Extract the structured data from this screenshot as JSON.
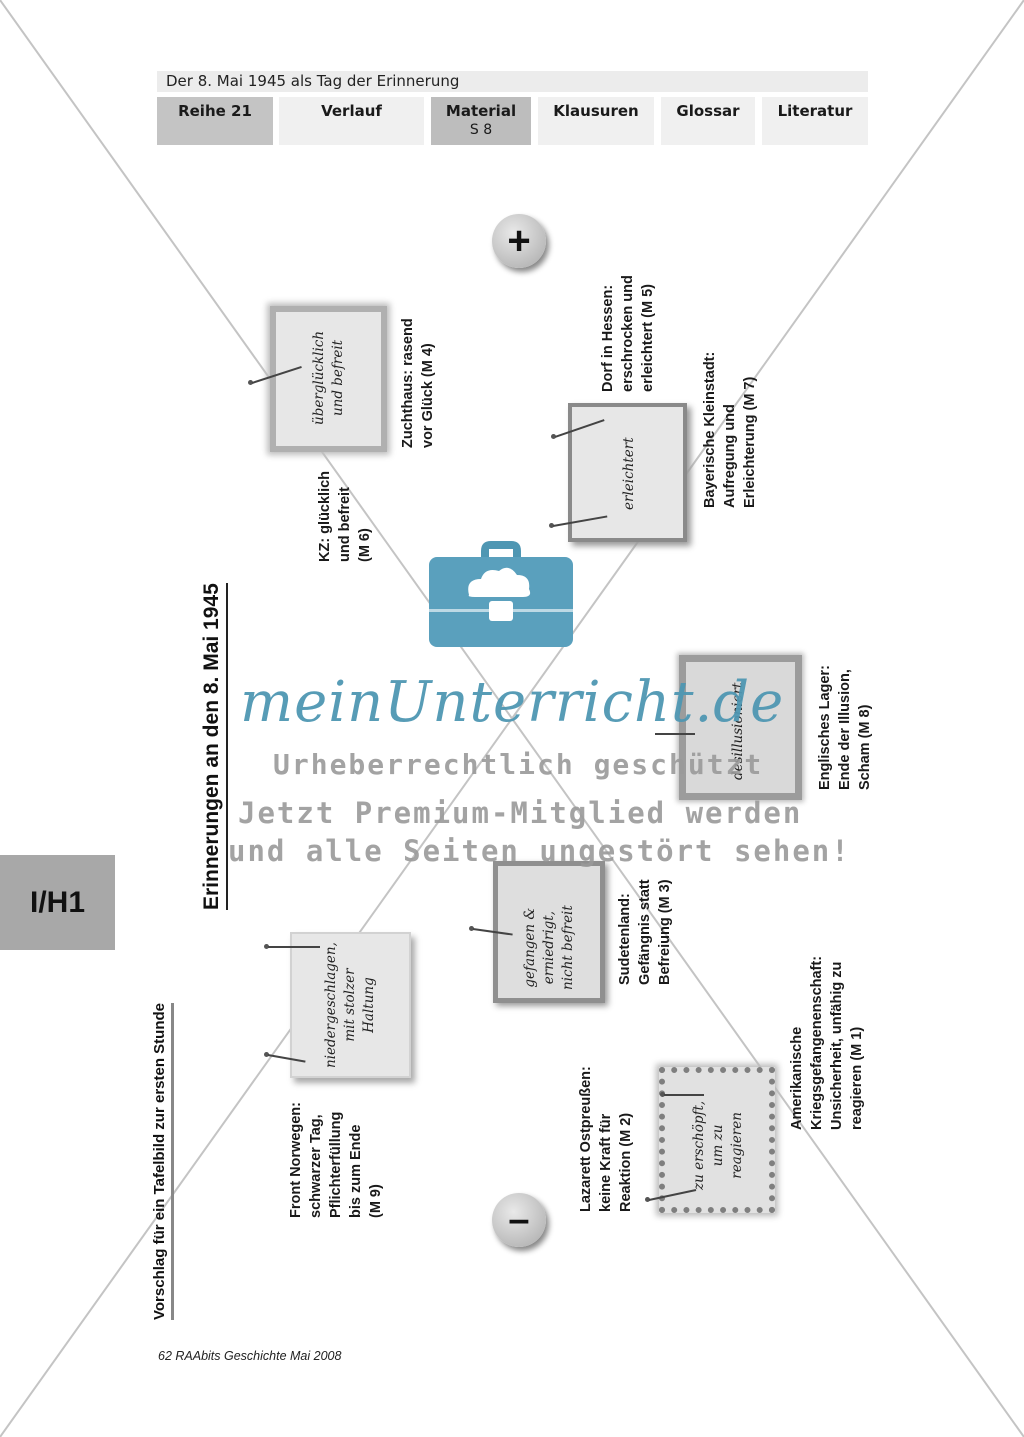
{
  "header": {
    "title": "Der 8. Mai 1945 als Tag der Erinnerung",
    "tabs": [
      {
        "label": "Reihe 21",
        "sub": ""
      },
      {
        "label": "Verlauf",
        "sub": ""
      },
      {
        "label": "Material",
        "sub": "S 8"
      },
      {
        "label": "Klausuren",
        "sub": ""
      },
      {
        "label": "Glossar",
        "sub": ""
      },
      {
        "label": "Literatur",
        "sub": ""
      }
    ]
  },
  "side_tab": "I/H1",
  "headings": {
    "vorschlag": "Vorschlag für ein Tafelbild zur ersten Stunde",
    "main": "Erinnerungen an den 8. Mai 1945"
  },
  "symbols": {
    "plus": "+",
    "minus": "–"
  },
  "notes": {
    "ueberglucklich": "überglücklich\nund befreit",
    "erleichtert": "erleichtert",
    "desillusioniert": "desillusioniert",
    "gefangen": "gefangen &\nerniedrigt,\nnicht befreit",
    "niedergeschlagen": "niedergeschlagen,\nmit stolzer\nHaltung",
    "erschoepft": "zu erschöpft,\num zu\nreagieren"
  },
  "captions": {
    "zuchthaus": "Zuchthaus: rasend\nvor Glück (M 4)",
    "kz": "KZ: glücklich\nund befreit\n(M 6)",
    "dorf": "Dorf in Hessen:\nerschrocken und\nerleichtert (M 5)",
    "bayern": "Bayerische Kleinstadt:\nAufregung und\nErleichterung (M 7)",
    "englisch": "Englisches Lager:\nEnde der Illusion,\nScham (M 8)",
    "sudeten": "Sudetenland:\nGefängnis statt\nBefreiung (M 3)",
    "amerika": "Amerikanische\nKriegsgefangenenschaft:\nUnsicherheit, unfähig zu\nreagieren (M 1)",
    "lazarett": "Lazarett Ostpreußen:\nkeine Kraft für\nReaktion (M 2)",
    "norwegen": "Front Norwegen:\nschwarzer Tag,\nPflichterfüllung\nbis zum Ende\n(M 9)"
  },
  "footer": "62 RAAbits Geschichte Mai 2008",
  "watermark": {
    "brand": "meinUnterricht.de",
    "line1": "Urheberrechtlich geschützt",
    "line2": "Jetzt Premium-Mitglied werden",
    "line3": "und alle Seiten ungestört sehen!"
  },
  "colors": {
    "brand": "#4f97b3",
    "tab_active": "#bdbdbd",
    "tab": "#f0f0f0"
  }
}
